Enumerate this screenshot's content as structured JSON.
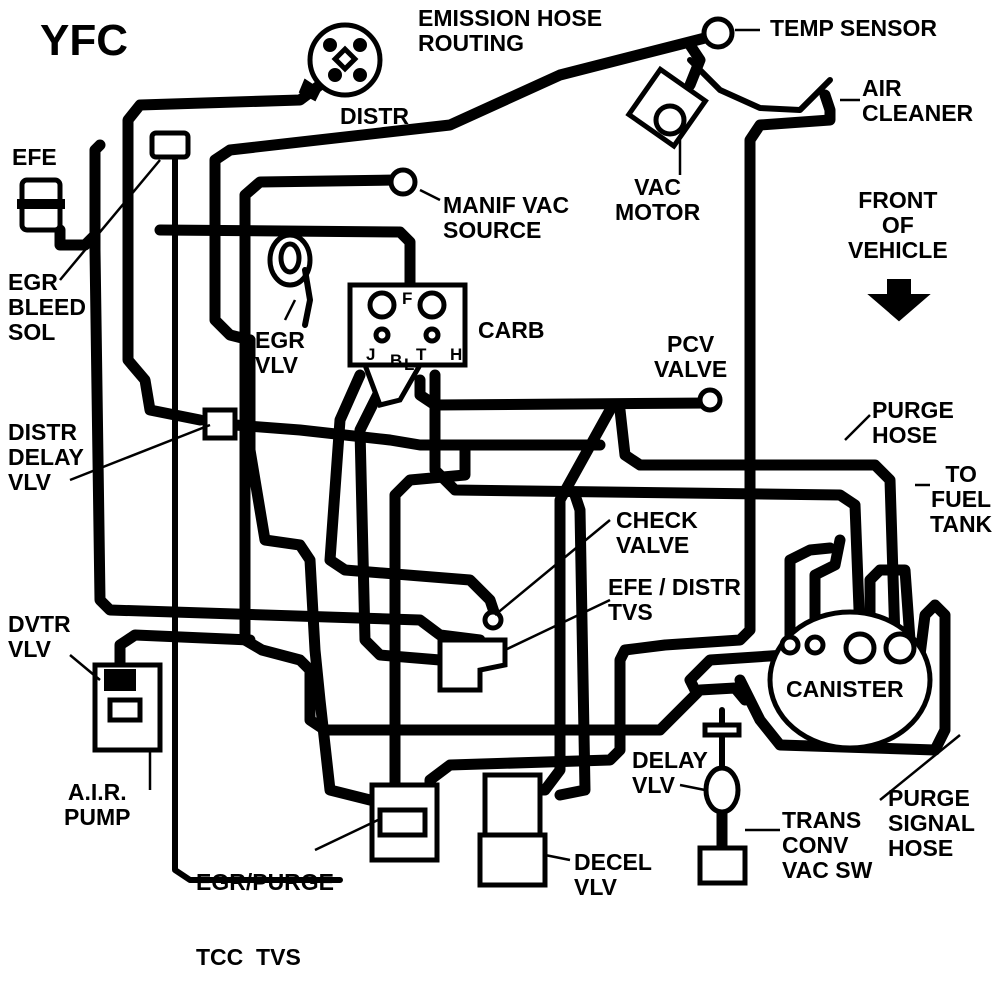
{
  "code": "YFC",
  "title": [
    "EMISSION HOSE",
    "ROUTING"
  ],
  "labels": {
    "temp_sensor": "TEMP SENSOR",
    "distr": "DISTR",
    "air_cleaner": [
      "AIR",
      "CLEANER"
    ],
    "efe": "EFE",
    "vac_motor": [
      "VAC",
      "MOTOR"
    ],
    "manif_vac_source": [
      "MANIF VAC",
      "SOURCE"
    ],
    "front_of_vehicle": [
      "FRONT",
      "OF",
      "VEHICLE"
    ],
    "egr_bleed_sol": [
      "EGR",
      "BLEED",
      "SOL"
    ],
    "egr_vlv": [
      "EGR",
      "VLV"
    ],
    "carb": "CARB",
    "pcv_valve": [
      "PCV",
      "VALVE"
    ],
    "distr_delay_vlv": [
      "DISTR",
      "DELAY",
      "VLV"
    ],
    "purge_hose": [
      "PURGE",
      "HOSE"
    ],
    "to_fuel_tank": [
      "TO",
      "FUEL",
      "TANK"
    ],
    "check_valve": [
      "CHECK",
      "VALVE"
    ],
    "efe_distr_tvs": [
      "EFE / DISTR",
      "TVS"
    ],
    "dvtr_vlv": [
      "DVTR",
      "VLV"
    ],
    "canister": "CANISTER",
    "delay_vlv": [
      "DELAY",
      "VLV"
    ],
    "a_i_r_pump": [
      "A.I.R.",
      "PUMP"
    ],
    "purge_signal_hose": [
      "PURGE",
      "SIGNAL",
      "HOSE"
    ],
    "trans_conv_vac_sw": [
      "TRANS",
      "CONV",
      "VAC SW"
    ],
    "egr_purge_tcc_tvs": [
      "EGR/PURGE",
      "TCC  TVS"
    ],
    "decel_vlv": [
      "DECEL",
      "VLV"
    ]
  },
  "carb_ports": [
    "F",
    "J",
    "B",
    "L",
    "T",
    "H"
  ]
}
